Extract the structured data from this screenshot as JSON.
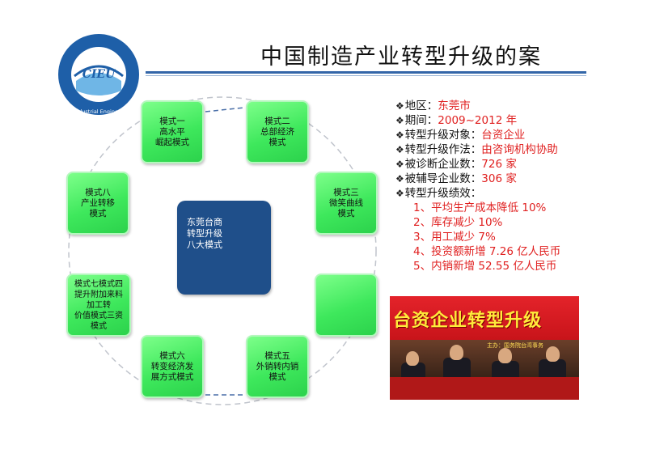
{
  "header": {
    "title": "中国制造产业转型升级的案",
    "logo_text": "CIEU",
    "logo_ring_text": "China Industrial Engineer Union"
  },
  "diagram": {
    "center": [
      "东莞台商",
      "转型升级",
      "八大模式"
    ],
    "nodes": [
      {
        "id": "mode1",
        "label": "模式一\n高水平\n崛起模式"
      },
      {
        "id": "mode2",
        "label": "模式二\n总部经济\n模式"
      },
      {
        "id": "mode3",
        "label": "模式三\n微笑曲线\n模式"
      },
      {
        "id": "mode4",
        "label": ""
      },
      {
        "id": "mode5",
        "label": "模式五\n外销转内销\n模式"
      },
      {
        "id": "mode6",
        "label": "模式六\n转变经济发\n展方式模式"
      },
      {
        "id": "mode7",
        "label": "模式七模式四\n提升附加来料加工转\n价值模式三资模式"
      },
      {
        "id": "mode8",
        "label": "模式八\n产业转移\n模式"
      }
    ]
  },
  "info": {
    "region_label": "地区：",
    "region_value": "东莞市",
    "period_label": "期间：",
    "period_value": "2009~2012 年",
    "target_label": "转型升级对象：",
    "target_value": "台资企业",
    "method_label": "转型升级作法：",
    "method_value": "由咨询机构协助",
    "diagnosed_label": "被诊断企业数：",
    "diagnosed_value": "726 家",
    "coached_label": "被辅导企业数：",
    "coached_value": "306 家",
    "results_label": "转型升级绩效：",
    "results": [
      "1、平均生产成本降低 10%",
      "2、库存减少 10%",
      "3、用工减少 7%",
      "4、投资额新增 7.26 亿人民币",
      "5、内销新增 52.55 亿人民币"
    ]
  },
  "photo": {
    "banner": "台资企业转型升级",
    "sub": "主办：国务院台湾事务"
  },
  "colors": {
    "node_green": "#3ee85c",
    "center_blue": "#1f4f8a",
    "accent_red": "#e02020",
    "rule_blue": "#3366a8"
  }
}
